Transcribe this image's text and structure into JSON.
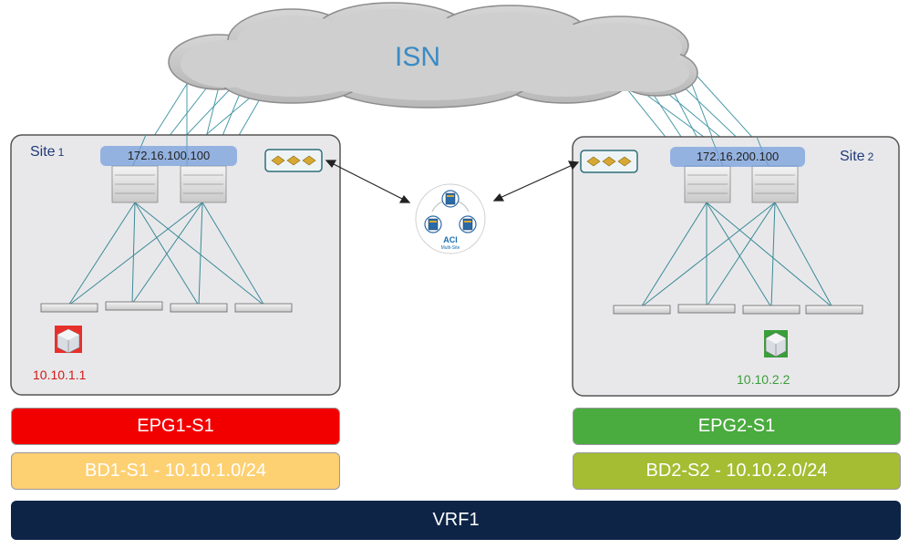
{
  "cloud": {
    "label": "ISN"
  },
  "site1": {
    "title": "Site",
    "number": "1",
    "spine_ip": "172.16.100.100",
    "endpoint_ip": "10.10.1.1",
    "endpoint_color": "#e8302a"
  },
  "site2": {
    "title": "Site",
    "number": "2",
    "spine_ip": "172.16.200.100",
    "endpoint_ip": "10.10.2.2",
    "endpoint_color": "#3a9e3a"
  },
  "orchestrator": {
    "label": "ACI",
    "sublabel": "Multi-Site"
  },
  "bars": {
    "epg1": {
      "label": "EPG1-S1",
      "color": "#f20000"
    },
    "bd1": {
      "label": "BD1-S1 - 10.10.1.0/24",
      "color": "#fdd072"
    },
    "epg2": {
      "label": "EPG2-S1",
      "color": "#4aab3f"
    },
    "bd2": {
      "label": "BD2-S2 - 10.10.2.0/24",
      "color": "#a4bd33"
    },
    "vrf": {
      "label": "VRF1",
      "color": "#0d2447"
    }
  }
}
